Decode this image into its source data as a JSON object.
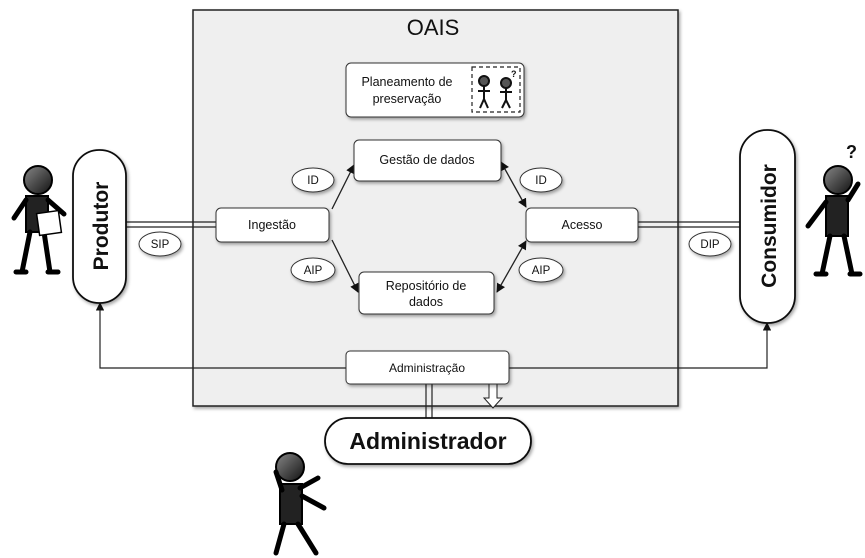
{
  "title": "OAIS",
  "nodes": {
    "planeamento_line1": "Planeamento de",
    "planeamento_line2": "preservação",
    "gestao": "Gestão de dados",
    "ingestao": "Ingestão",
    "acesso": "Acesso",
    "repositorio_line1": "Repositório de",
    "repositorio_line2": "dados",
    "administracao": "Administração"
  },
  "actors": {
    "produtor": "Produtor",
    "consumidor": "Consumidor",
    "administrador": "Administrador"
  },
  "packages": {
    "sip": "SIP",
    "dip": "DIP",
    "id_left": "ID",
    "id_right": "ID",
    "aip_left": "AIP",
    "aip_right": "AIP"
  },
  "question_mark": "?"
}
